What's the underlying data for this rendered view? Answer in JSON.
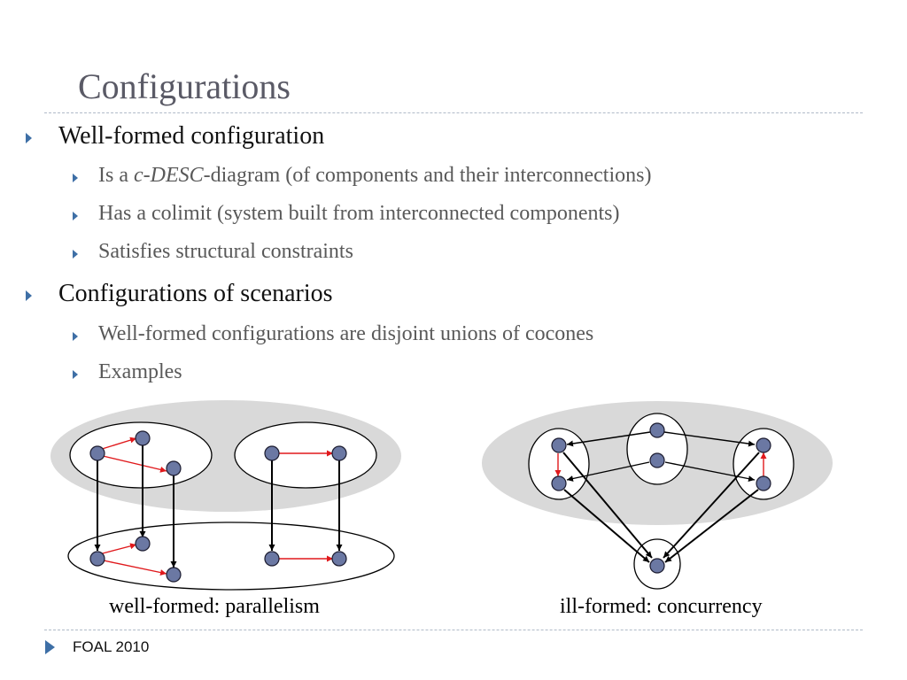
{
  "slide": {
    "title": "Configurations",
    "bullets": [
      {
        "text": "Well-formed configuration",
        "sub": [
          {
            "pre": "Is a ",
            "em": "c-DESC",
            "post": "-diagram (of components and their interconnections)"
          },
          {
            "pre": "Has a colimit (system built from interconnected components)",
            "em": "",
            "post": ""
          },
          {
            "pre": "Satisfies structural constraints",
            "em": "",
            "post": ""
          }
        ]
      },
      {
        "text": "Configurations of scenarios",
        "sub": [
          {
            "pre": "Well-formed configurations are disjoint unions of cocones",
            "em": "",
            "post": ""
          },
          {
            "pre": "Examples",
            "em": "",
            "post": ""
          }
        ]
      }
    ],
    "captions": {
      "left": "well-formed: parallelism",
      "right": "ill-formed: concurrency"
    },
    "footer": "FOAL 2010"
  },
  "colors": {
    "title": "#5a5a66",
    "bullet_marker": "#3e6fa6",
    "sub_text": "#595959",
    "node_fill": "#6b78a3",
    "red_arrow": "#e0191c",
    "black_arrow": "#000000",
    "group_fill": "#d9d9d9"
  }
}
